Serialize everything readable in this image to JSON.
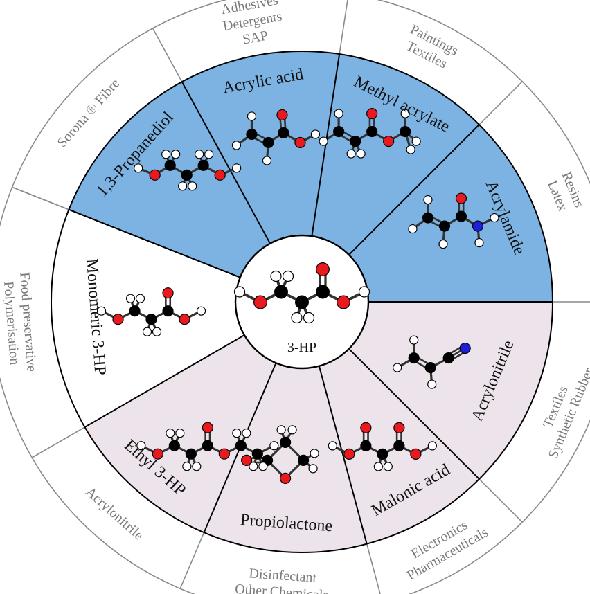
{
  "center": {
    "label": "3-HP",
    "molecule": "3-hydroxypropionic-acid"
  },
  "colors": {
    "acrylic_family": "#7cb3e3",
    "derivative_family": "#ece4ea",
    "monomer": "#ffffff",
    "carbon": "#000000",
    "hydrogen": "#ffffff",
    "oxygen": "#e8191f",
    "nitrogen": "#1f1fd6",
    "outer_ring_line": "#8a8a8a",
    "inner_ring_line": "#000000"
  },
  "segments": [
    {
      "id": "propanediol",
      "name": "1,3-Propanediol",
      "family": "acrylic_family",
      "molecule": "1,3-propanediol"
    },
    {
      "id": "acrylic-acid",
      "name": "Acrylic acid",
      "family": "acrylic_family",
      "molecule": "acrylic-acid"
    },
    {
      "id": "methyl-acrylate",
      "name": "Methyl acrylate",
      "family": "acrylic_family",
      "molecule": "methyl-acrylate"
    },
    {
      "id": "acrylamide",
      "name": "Acrylamide",
      "family": "acrylic_family",
      "molecule": "acrylamide"
    },
    {
      "id": "acrylonitrile",
      "name": "Acrylonitrile",
      "family": "derivative_family",
      "molecule": "acrylonitrile"
    },
    {
      "id": "malonic-acid",
      "name": "Malonic acid",
      "family": "derivative_family",
      "molecule": "malonic-acid"
    },
    {
      "id": "propiolactone",
      "name": "Propiolactone",
      "family": "derivative_family",
      "molecule": "propiolactone"
    },
    {
      "id": "ethyl-3hp",
      "name": "Ethyl 3-HP",
      "family": "derivative_family",
      "molecule": "ethyl-3-hp"
    },
    {
      "id": "monomeric-3hp",
      "name": "Monomeric 3-HP",
      "family": "monomer",
      "molecule": "3-hp"
    }
  ],
  "applications": [
    {
      "id": "app-sorona",
      "lines": [
        "Sorona ® Fibre"
      ]
    },
    {
      "id": "app-acrylic",
      "lines": [
        "Adhesives",
        "Detergents",
        "SAP"
      ]
    },
    {
      "id": "app-methyl",
      "lines": [
        "Paintings",
        "Textiles"
      ]
    },
    {
      "id": "app-acrylamide",
      "lines": [
        "Resins",
        "Latex"
      ]
    },
    {
      "id": "app-acrylonitrile",
      "lines": [
        "Textiles",
        "Synthetic Rubber"
      ]
    },
    {
      "id": "app-malonic",
      "lines": [
        "Electronics",
        "Pharmaceuticals"
      ]
    },
    {
      "id": "app-propiolactone",
      "lines": [
        "Disinfectant",
        "Other Chemicals"
      ]
    },
    {
      "id": "app-ethyl",
      "lines": [
        "Acrylonitrile"
      ]
    },
    {
      "id": "app-monomeric",
      "lines": [
        "Food preservative",
        "Polymerisation"
      ]
    }
  ]
}
